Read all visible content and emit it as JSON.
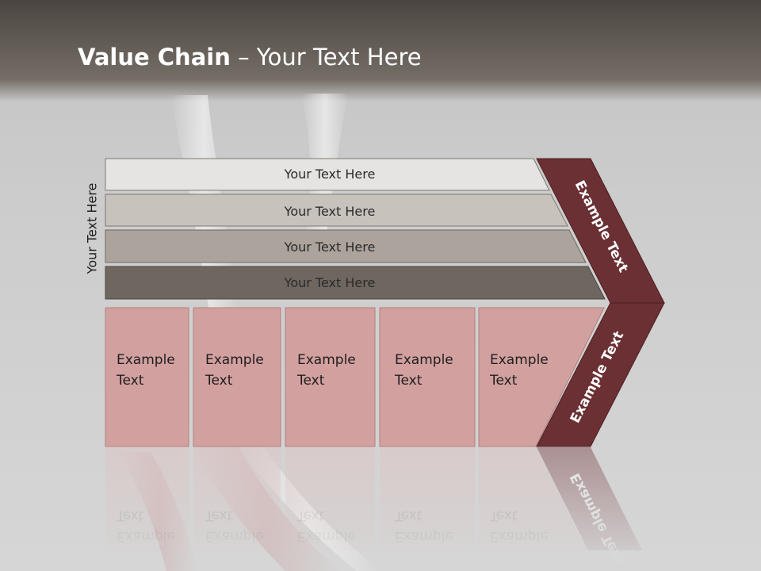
{
  "slide": {
    "title_bold": "Value Chain",
    "title_rest": " – Your Text Here",
    "side_label": "Your Text Here"
  },
  "support_rows": [
    {
      "label": "Your Text Here",
      "fill": "#e6e4e2"
    },
    {
      "label": "Your Text Here",
      "fill": "#c8c2bd"
    },
    {
      "label": "Your Text Here",
      "fill": "#aba39c"
    },
    {
      "label": "Your Text Here",
      "fill": "#6e665f"
    }
  ],
  "primary_boxes": [
    {
      "line1": "Example",
      "line2": "Text"
    },
    {
      "line1": "Example",
      "line2": "Text"
    },
    {
      "line1": "Example",
      "line2": "Text"
    },
    {
      "line1": "Example",
      "line2": "Text"
    },
    {
      "line1": "Example",
      "line2": "Text"
    }
  ],
  "arrow": {
    "upper_label": "Example Text",
    "lower_label": "Example Text",
    "fill": "#6b3034"
  },
  "colors": {
    "box_fill": "#d3a0a0",
    "box_stroke": "#b07f80",
    "arrow_stroke": "#4e1e21"
  }
}
